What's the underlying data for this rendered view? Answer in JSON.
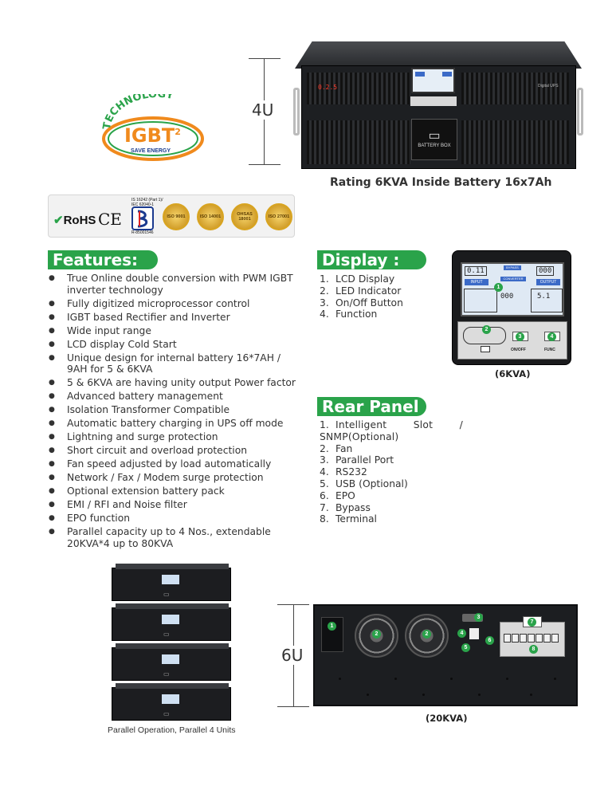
{
  "top_product": {
    "dimension_label": "4U",
    "led_readout": "0.2.5",
    "brand_text": "Digital UPS",
    "battery_box_label": "BATTERY BOX",
    "caption": "Rating 6KVA Inside Battery 16x7Ah"
  },
  "igbt_logo": {
    "arc_text": "TECHNOLOGY",
    "main_text": "IGBT",
    "superscript": "2",
    "tagline": "SAVE ENERGY"
  },
  "certifications": {
    "rohs": "RoHS",
    "ce": "CE",
    "bis_standard_lines": [
      "IS 16242 (Part 1)/",
      "IEC 62040-1"
    ],
    "bis_number": "R-85001546",
    "seals": [
      "ISO 9001",
      "ISO 14001",
      "OHSAS 18001",
      "ISO 27001"
    ]
  },
  "features": {
    "heading": "Features:",
    "items": [
      "True Online double conversion with PWM IGBT inverter technology",
      "Fully digitized microprocessor control",
      "IGBT based Rectifier and Inverter",
      "Wide input range",
      "LCD display Cold Start",
      "Unique design for internal battery 16*7AH / 9AH for 5 & 6KVA",
      "5 & 6KVA are having unity output Power factor",
      "Advanced battery management",
      "Isolation Transformer Compatible",
      "Automatic battery charging in UPS off mode",
      "Lightning and surge protection",
      "Short circuit and overload protection",
      "Fan speed adjusted by load automatically",
      "Network / Fax / Modem surge protection",
      "Optional extension battery pack",
      "EMI / RFI and Noise filter",
      "EPO function",
      "Parallel capacity up to 4 Nos., extendable 20KVA*4 up to 80KVA"
    ]
  },
  "display": {
    "heading": "Display :",
    "items": [
      "LCD Display",
      "LED Indicator",
      "On/Off Button",
      "Function"
    ],
    "panel": {
      "input_label": "INPUT",
      "bypass_label": "BYPASS",
      "converter_label": "CONVERTER",
      "output_label": "OUTPUT",
      "input_reading": "0.11",
      "output_reading": "000",
      "battery_reading": "000",
      "load_reading": "5.1",
      "onoff_label": "ON/OFF",
      "func_label": "FUNC",
      "badges": [
        "1",
        "2",
        "3",
        "4"
      ]
    },
    "caption": "(6KVA)"
  },
  "rear_panel": {
    "heading": "Rear Panel",
    "items": [
      "Intelligent Slot / SNMP(Optional)",
      "Fan",
      "Parallel Port",
      "RS232",
      "USB (Optional)",
      "EPO",
      "Bypass",
      "Terminal"
    ],
    "dimension_label": "6U",
    "badges": [
      "1",
      "2",
      "2",
      "3",
      "4",
      "5",
      "6",
      "7",
      "8"
    ],
    "caption": "(20KVA)"
  },
  "parallel": {
    "caption": "Parallel Operation, Parallel 4 Units",
    "unit_count": 4
  },
  "colors": {
    "heading_green": "#2aa34a",
    "badge_green": "#2aa34a",
    "ups_body": "#1d1f22"
  }
}
